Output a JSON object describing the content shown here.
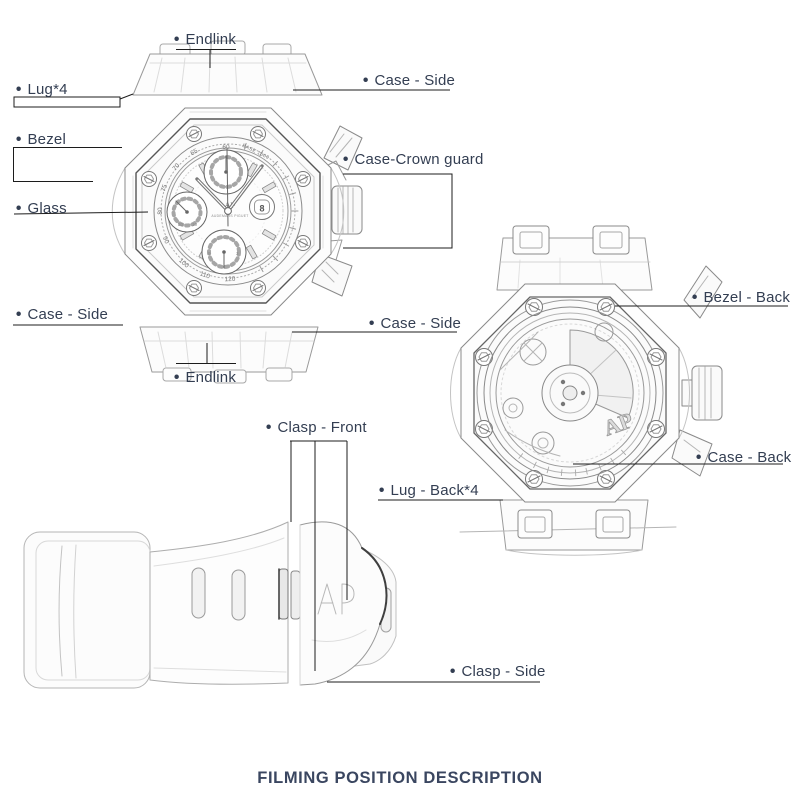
{
  "title": "FILMING POSITION DESCRIPTION",
  "bullet": "•",
  "labels": {
    "endlink_top": "Endlink",
    "lug": "Lug*4",
    "bezel": "Bezel",
    "glass": "Glass",
    "case_side_left": "Case - Side",
    "endlink_bottom": "Endlink",
    "case_side_top_right": "Case - Side",
    "case_crown_guard": "Case-Crown guard",
    "case_side_right": "Case - Side",
    "bezel_back": "Bezel - Back",
    "case_back": "Case - Back",
    "lug_back": "Lug - Back*4",
    "clasp_front": "Clasp - Front",
    "clasp_side": "Clasp - Side"
  },
  "front": {
    "tachymeter": [
      "60",
      "65",
      "70",
      "75",
      "80",
      "90",
      "100",
      "110",
      "120"
    ],
    "base": "BASE 1000",
    "monogram": "AP",
    "brand": "AUDEMARS PIGUET",
    "date": "8",
    "sub_left": [
      "20",
      "10"
    ],
    "sub_bottom": [
      "9",
      "3"
    ]
  },
  "back": {
    "rotor_monogram": "AP"
  },
  "colors": {
    "label_text": "#333e52",
    "leader_line": "#1c1c1c",
    "title_text": "#3a4660",
    "sketch_light": "#c3c3c3",
    "sketch_mid": "#9a9a9a",
    "sketch_dark": "#555555"
  }
}
